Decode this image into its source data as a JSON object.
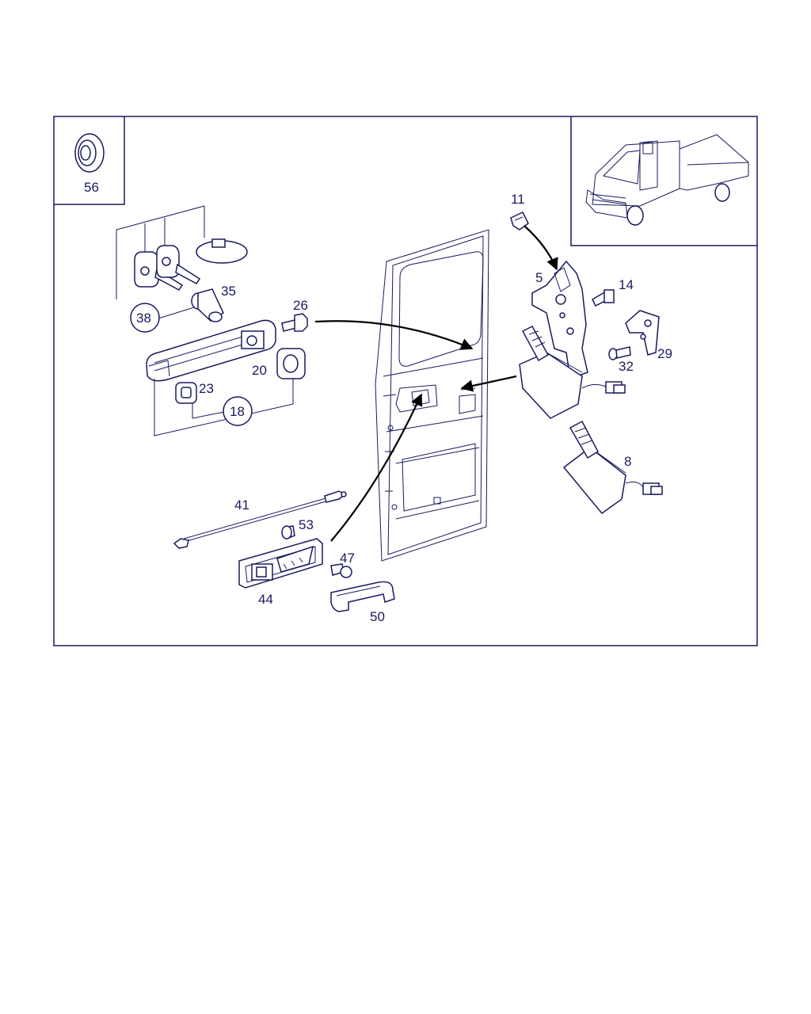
{
  "diagram": {
    "labels": {
      "p56": "56",
      "p11": "11",
      "p5": "5",
      "p14": "14",
      "p35": "35",
      "p26": "26",
      "p38": "38",
      "p20": "20",
      "p23": "23",
      "p18": "18",
      "p29": "29",
      "p32": "32",
      "p8": "8",
      "p41": "41",
      "p53": "53",
      "p47": "47",
      "p44": "44",
      "p50": "50"
    },
    "colors": {
      "line": "#1a1a5e",
      "arrow": "#000000",
      "background": "#ffffff"
    }
  }
}
